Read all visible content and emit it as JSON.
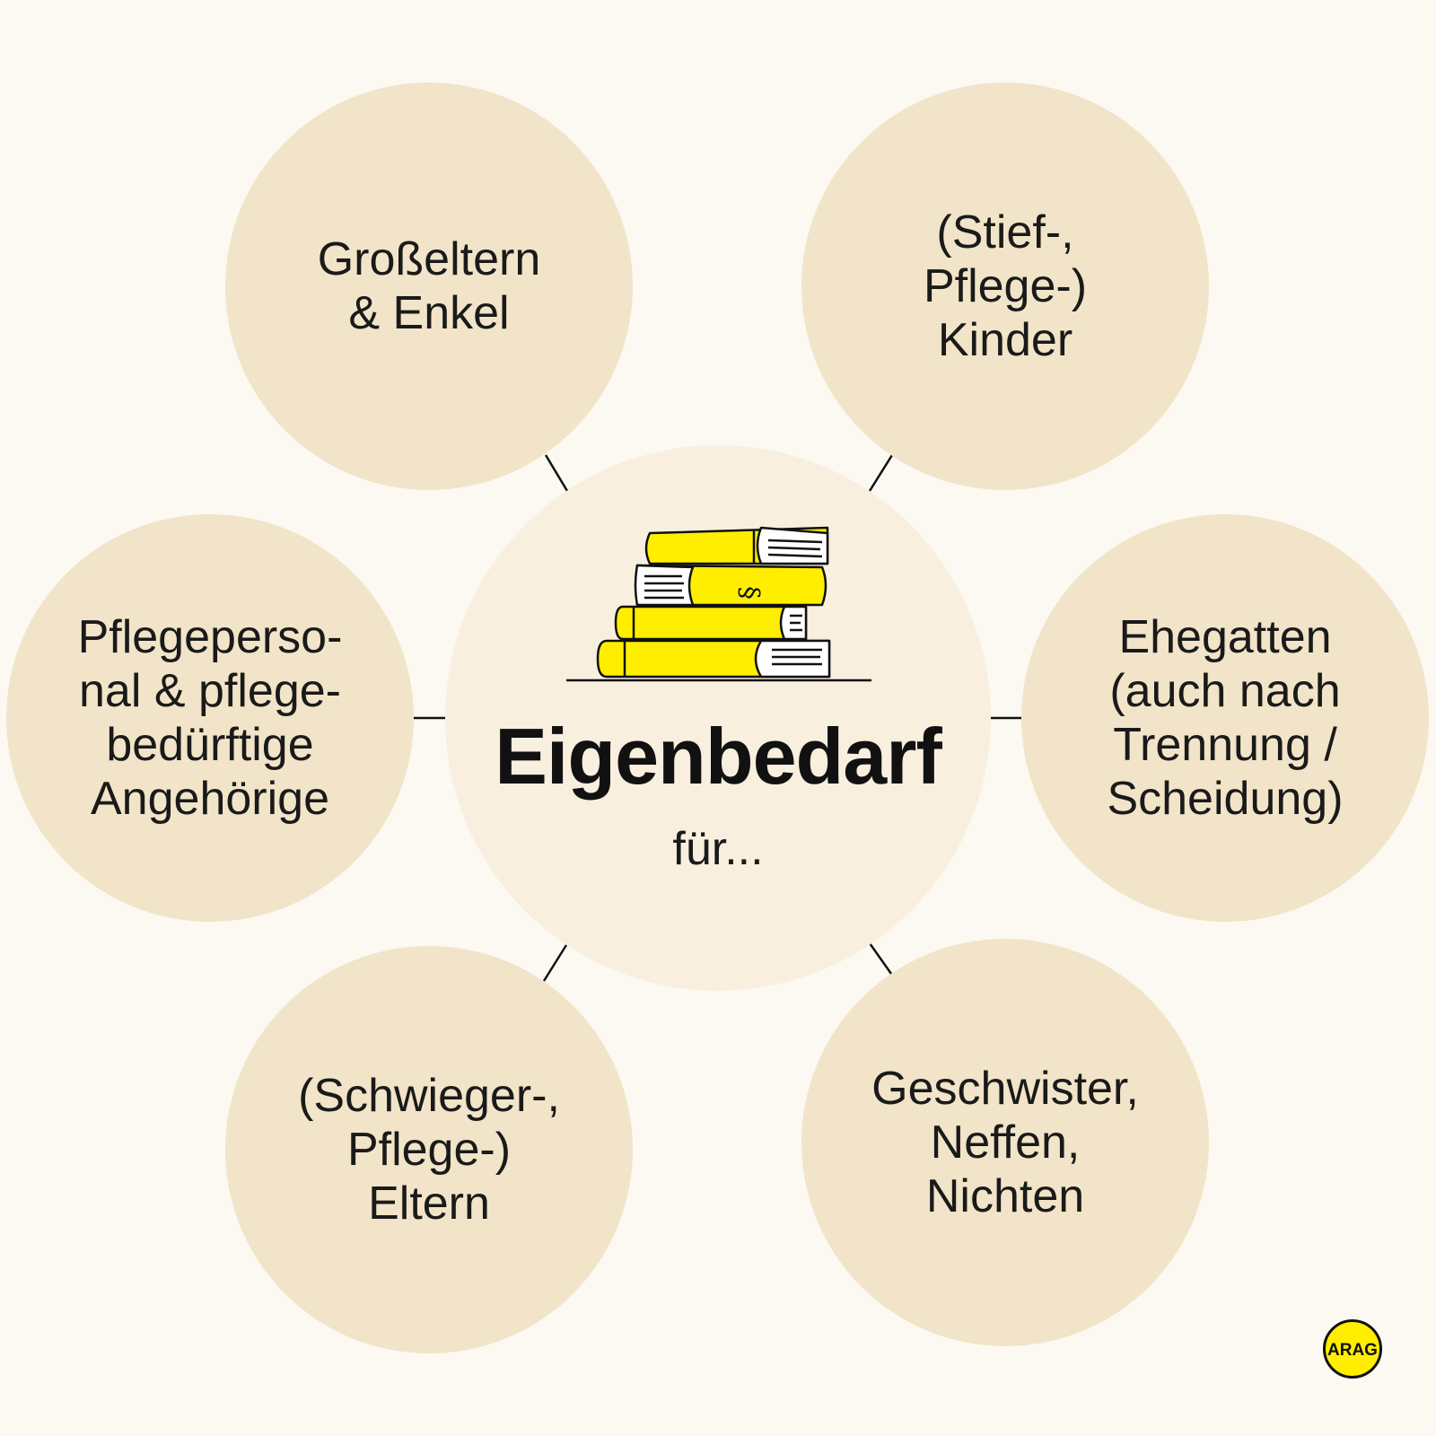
{
  "center": {
    "title": "Eigenbedarf",
    "subtitle": "für..."
  },
  "bubbles": [
    {
      "text": "Großeltern\n& Enkel"
    },
    {
      "text": "(Stief-,\nPflege-)\nKinder"
    },
    {
      "text": "Pflegeperso-\nnal & pflege-\nbedürftige\nAngehörige"
    },
    {
      "text": "Ehegatten\n(auch nach\nTrennung /\nScheidung)"
    },
    {
      "text": "(Schwieger-,\nPflege-)\nEltern"
    },
    {
      "text": "Geschwister,\nNeffen,\nNichten"
    }
  ],
  "logo": {
    "text": "ARAG"
  },
  "illustration": {
    "icon": "books-stack-icon",
    "spine_symbol": "§"
  },
  "colors": {
    "background": "#fcf9f3",
    "bubble": "#f1e4c8",
    "center": "#f8efdf",
    "accent_yellow": "#ffee00",
    "ink": "#111111"
  }
}
